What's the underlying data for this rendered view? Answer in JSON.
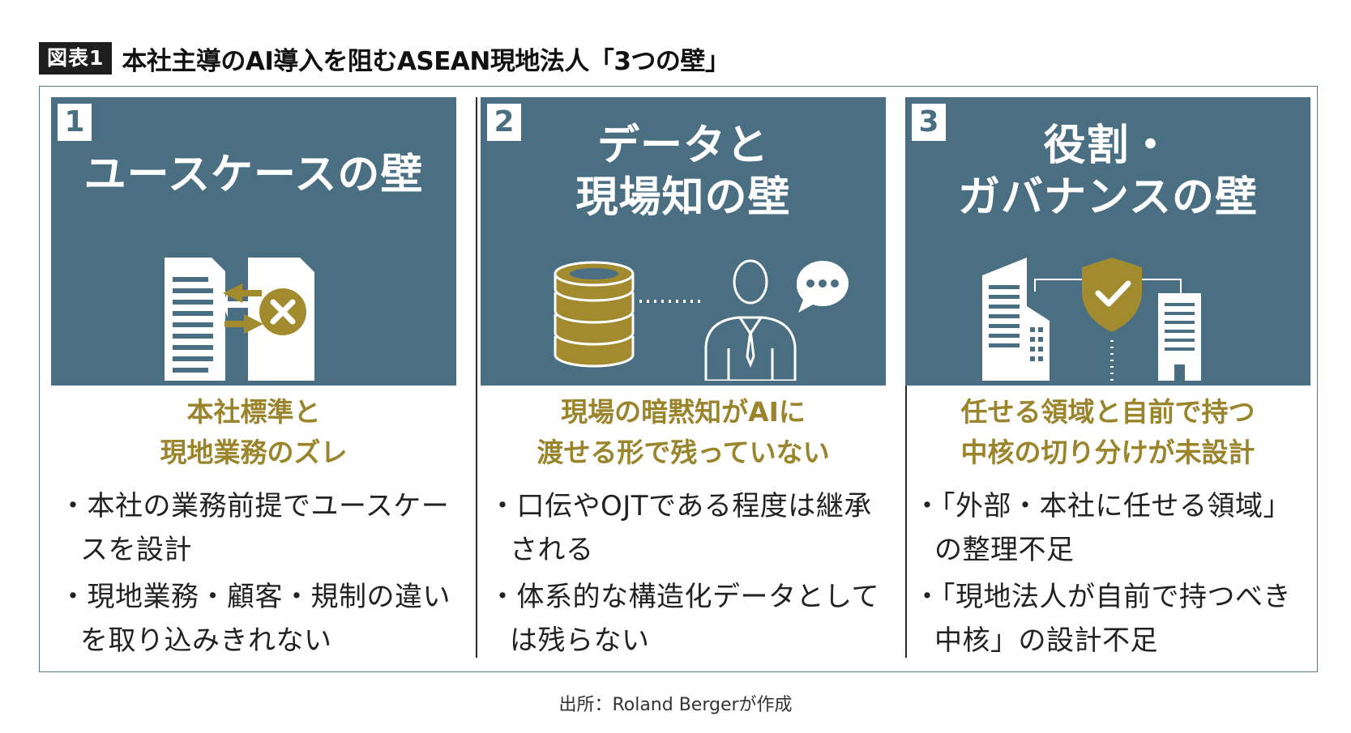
{
  "header": {
    "badge": "図表1",
    "title": "本社主導のAI導入を阻むASEAN現地法人「3つの壁」"
  },
  "walls": [
    {
      "number": "1",
      "title_lines": [
        "ユースケースの壁"
      ],
      "icon": "documents-mismatch-icon",
      "subtitle_lines": [
        "本社標準と",
        "現地業務のズレ"
      ],
      "bullets": [
        "・本社の業務前提でユースケースを設計",
        "・現地業務・顧客・規制の違いを取り込みきれない"
      ]
    },
    {
      "number": "2",
      "title_lines": [
        "データと",
        "現場知の壁"
      ],
      "icon": "database-person-icon",
      "subtitle_lines": [
        "現場の暗黙知がAIに",
        "渡せる形で残っていない"
      ],
      "bullets": [
        "・口伝やOJTである程度は継承される",
        "・体系的な構造化データとしては残らない"
      ]
    },
    {
      "number": "3",
      "title_lines": [
        "役割・",
        "ガバナンスの壁"
      ],
      "icon": "buildings-shield-icon",
      "subtitle_lines": [
        "任せる領域と自前で持つ",
        "中核の切り分けが未設計"
      ],
      "bullets": [
        "・「外部・本社に任せる領域」の整理不足",
        "・「現地法人が自前で持つべき中核」の設計不足"
      ]
    }
  ],
  "colors": {
    "panel": "#4a6e82",
    "accent": "#9a842c",
    "icon_gold": "#a28b2e"
  },
  "source": "出所：Roland Bergerが作成"
}
